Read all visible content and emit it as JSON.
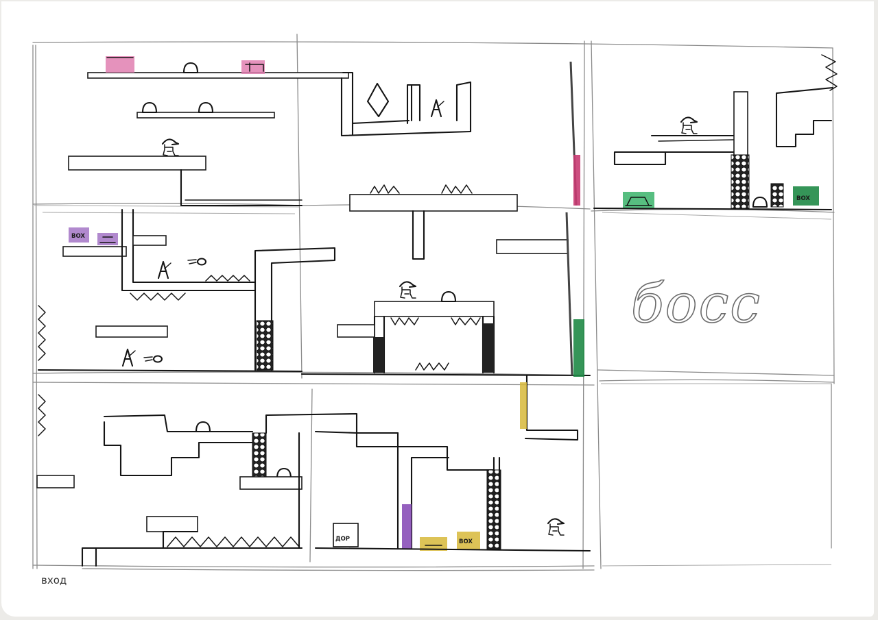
{
  "labels": {
    "boss": "босс",
    "entrance": "вход"
  },
  "boxes": {
    "box_text": "BOX",
    "door_text": "ДОР"
  },
  "colors": {
    "pink": "#e07fb0",
    "purple": "#a97cc9",
    "green": "#1f8a46",
    "yellow": "#d7b93a",
    "pencil": "#8a8a8a",
    "ink": "#141414"
  },
  "icons": [
    "character-icon",
    "enemy-icon",
    "spike-icon",
    "boulder-icon",
    "diamond-icon",
    "fireball-icon",
    "stone-pillar-icon"
  ]
}
